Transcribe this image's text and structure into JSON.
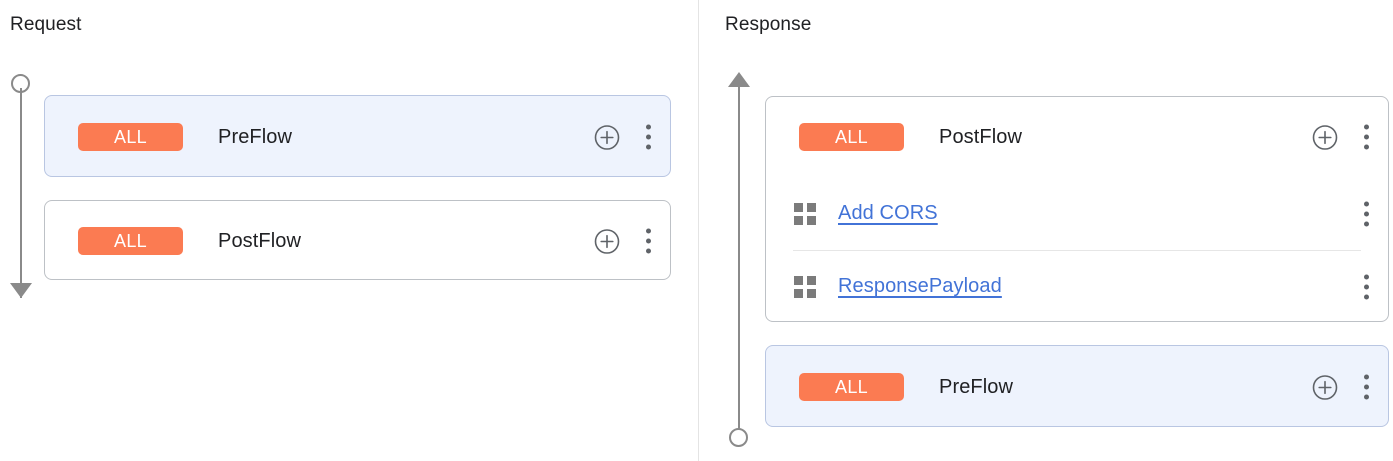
{
  "theme": {
    "badge_color": "#fb7b52",
    "link_color": "#4273d7",
    "selected_card_bg": "#eef3fd",
    "card_border": "#bdc1c6",
    "rail_color": "#8a8a8a",
    "text_color": "#202124"
  },
  "request": {
    "title": "Request",
    "rail": {
      "start_marker": "circle",
      "end_marker": "arrow-down",
      "direction": "downward"
    },
    "cards": [
      {
        "selected": true,
        "badge": "ALL",
        "name": "PreFlow",
        "add_icon": "plus-circle-icon",
        "menu_icon": "more-vert-icon",
        "policies": []
      },
      {
        "selected": false,
        "badge": "ALL",
        "name": "PostFlow",
        "add_icon": "plus-circle-icon",
        "menu_icon": "more-vert-icon",
        "policies": []
      }
    ]
  },
  "response": {
    "title": "Response",
    "rail": {
      "start_marker": "arrow-up",
      "end_marker": "circle",
      "direction": "upward"
    },
    "cards": [
      {
        "selected": false,
        "badge": "ALL",
        "name": "PostFlow",
        "add_icon": "plus-circle-icon",
        "menu_icon": "more-vert-icon",
        "policies": [
          {
            "icon": "policy-grid-icon",
            "label": "Add CORS",
            "menu_icon": "more-vert-icon"
          },
          {
            "icon": "policy-grid-icon",
            "label": "ResponsePayload",
            "menu_icon": "more-vert-icon"
          }
        ]
      },
      {
        "selected": true,
        "badge": "ALL",
        "name": "PreFlow",
        "add_icon": "plus-circle-icon",
        "menu_icon": "more-vert-icon",
        "policies": []
      }
    ]
  }
}
